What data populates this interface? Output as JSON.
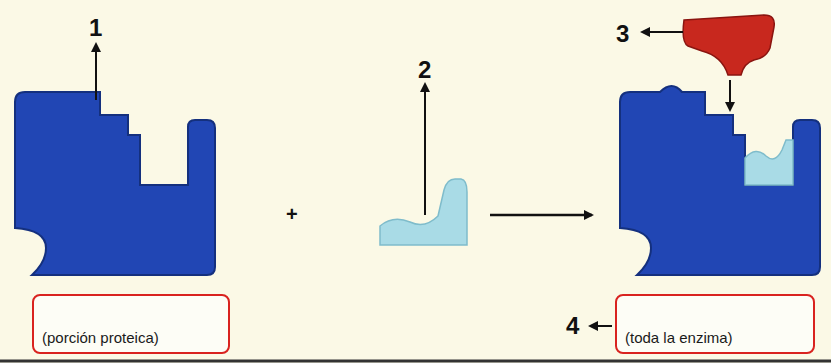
{
  "diagram": {
    "nodes": [
      {
        "text": [
          "(porción proteica)"
        ]
      },
      {
        "text": [
          "(toda la enzima)"
        ]
      }
    ],
    "labels": [
      "1",
      "+",
      "2",
      "3",
      "4"
    ]
  }
}
